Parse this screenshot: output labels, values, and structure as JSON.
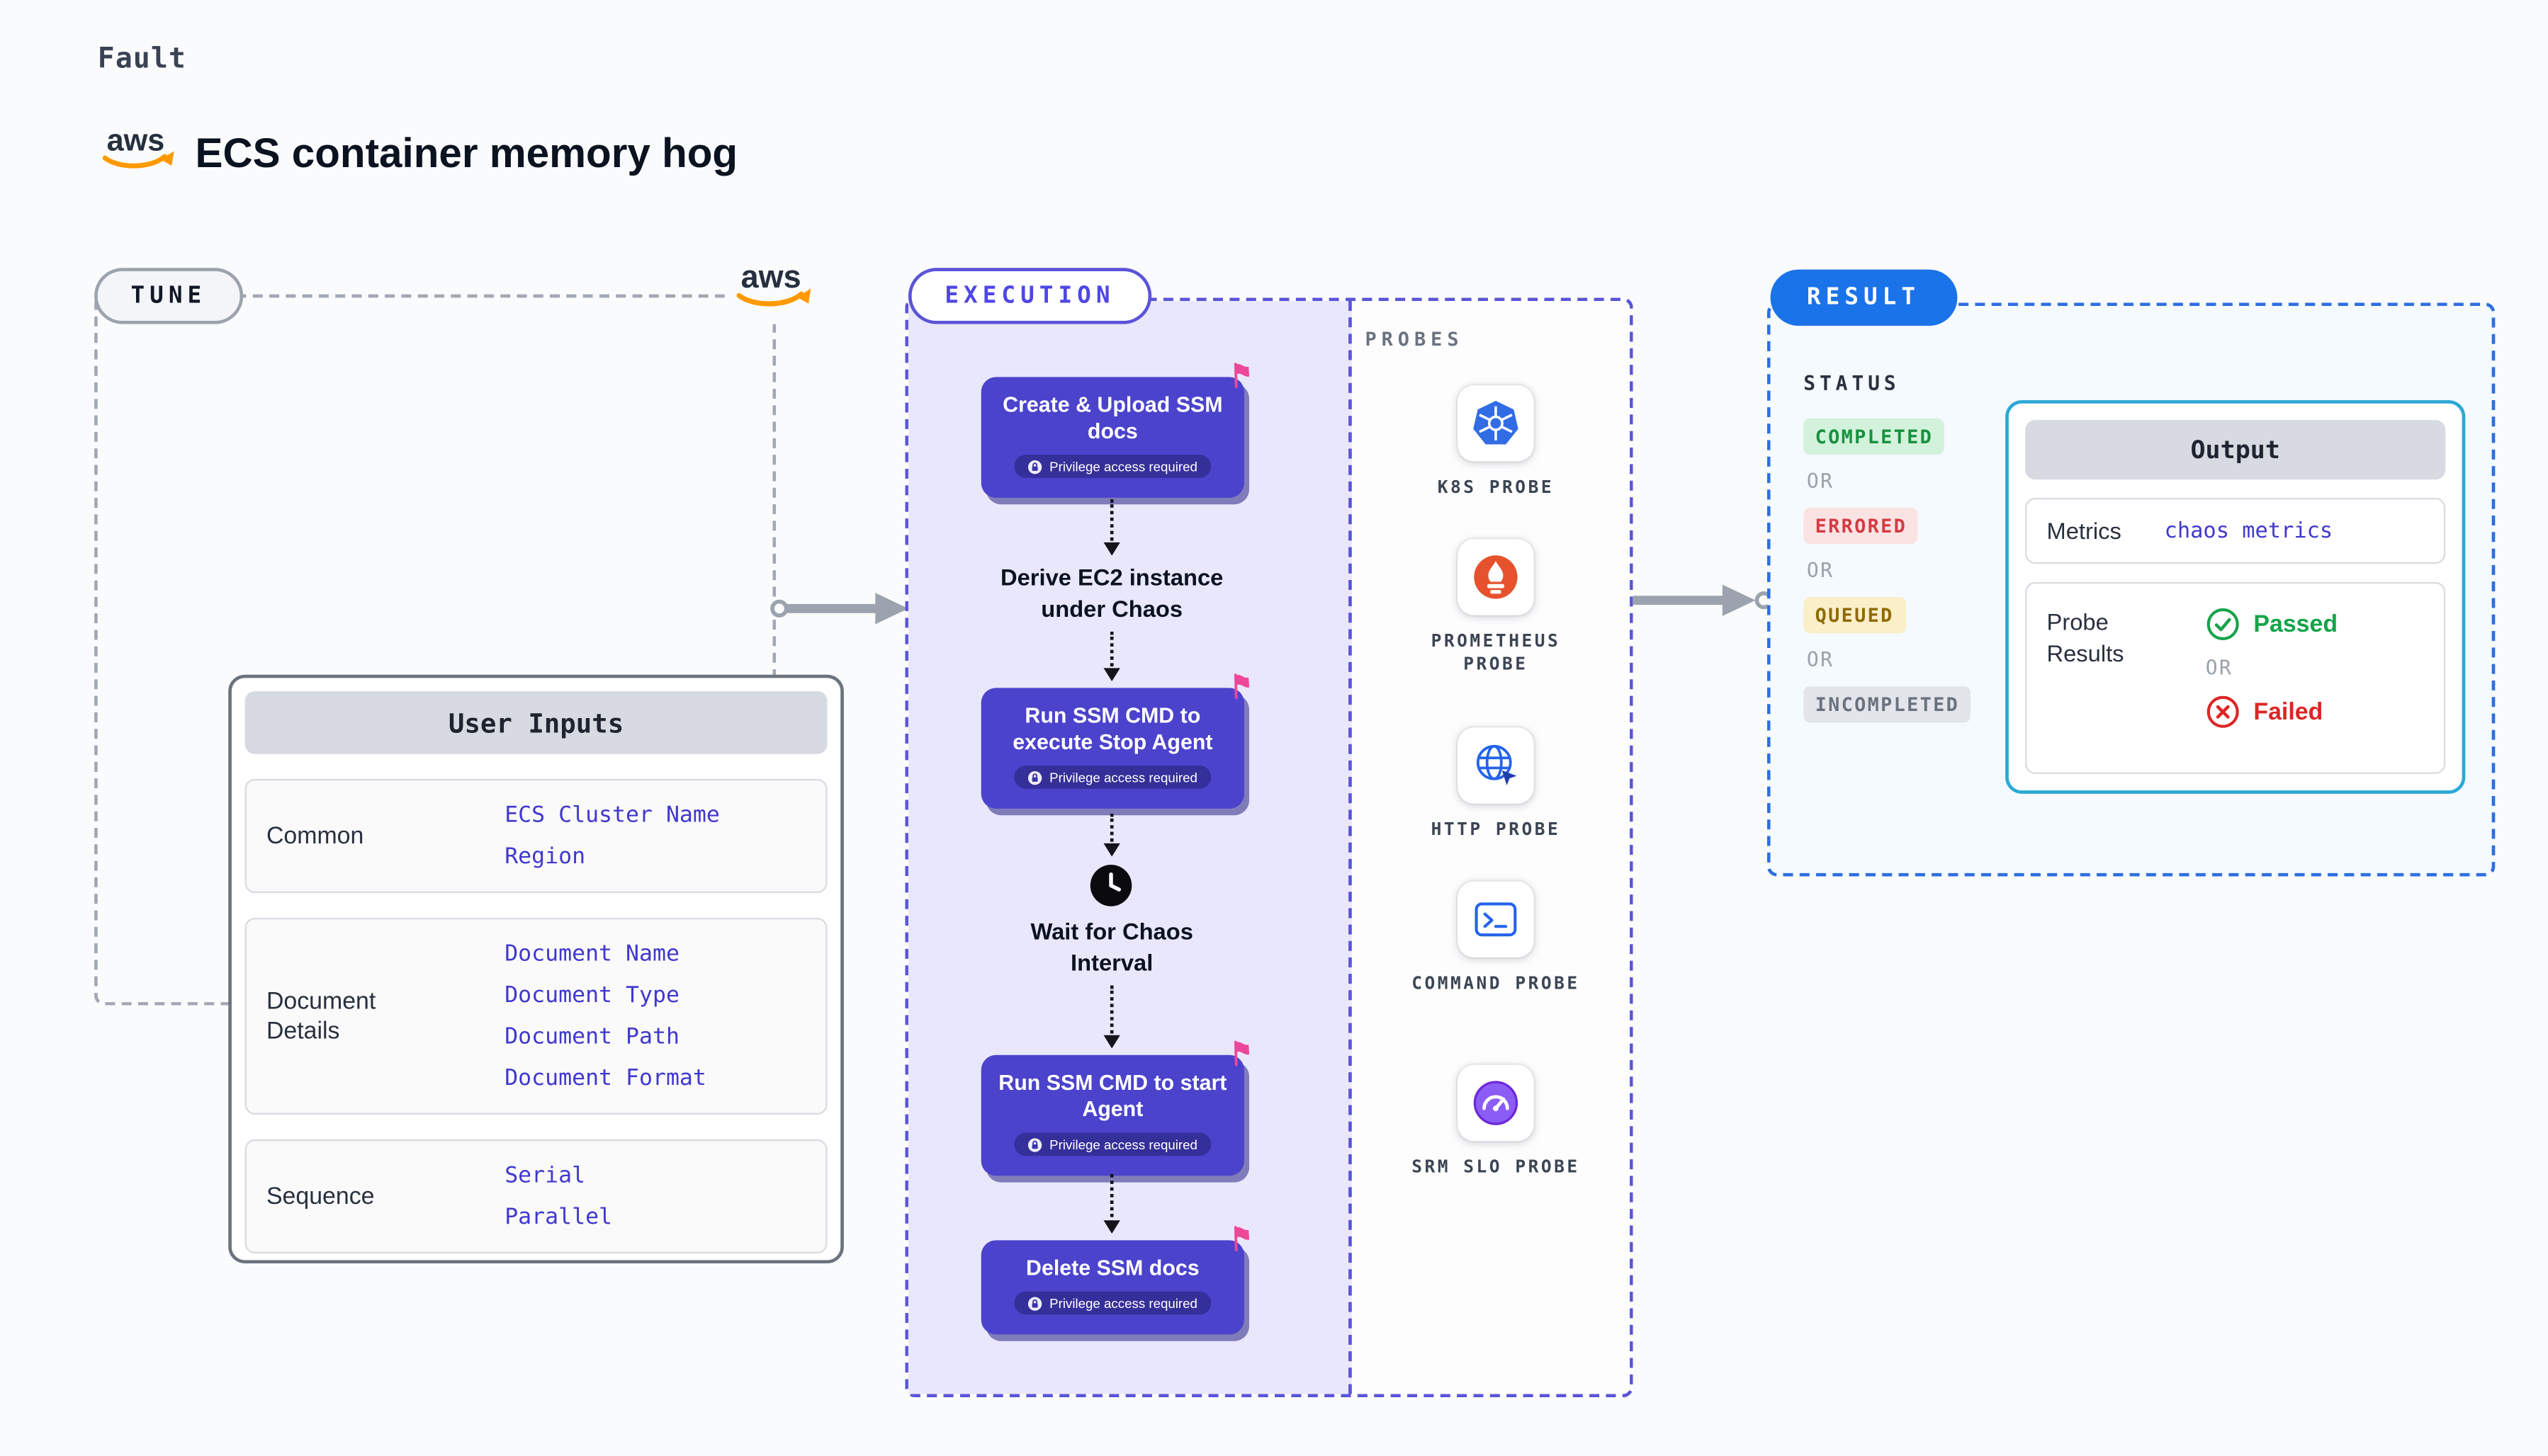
{
  "page": {
    "kicker": "Fault",
    "title": "ECS container memory hog",
    "brand": "aws"
  },
  "colors": {
    "accent_indigo": "#4B43CC",
    "execution_panel": "#E9E7FB",
    "result_blue": "#1A73E8",
    "output_border": "#2BA8D8",
    "flag_pink": "#EC4899",
    "status_completed": "#17913F",
    "status_errored": "#D43B42",
    "status_queued": "#8F6A00",
    "status_incompleted": "#6A7280",
    "passed_green": "#16A34A",
    "failed_red": "#DC2626"
  },
  "tune": {
    "label": "TUNE",
    "card_title": "User Inputs",
    "rows": [
      {
        "label": "Common",
        "values": [
          "ECS Cluster Name",
          "Region"
        ]
      },
      {
        "label": "Document Details",
        "values": [
          "Document Name",
          "Document Type",
          "Document Path",
          "Document Format"
        ]
      },
      {
        "label": "Sequence",
        "values": [
          "Serial",
          "Parallel"
        ]
      }
    ]
  },
  "execution": {
    "label": "EXECUTION",
    "probes_label": "PROBES",
    "steps": [
      {
        "kind": "action",
        "title": "Create & Upload SSM docs",
        "badge": "Privilege access required"
      },
      {
        "kind": "label",
        "title": "Derive EC2 instance under Chaos"
      },
      {
        "kind": "action",
        "title": "Run SSM CMD to execute Stop Agent",
        "badge": "Privilege access required"
      },
      {
        "kind": "wait",
        "title": "Wait for Chaos Interval"
      },
      {
        "kind": "action",
        "title": "Run SSM CMD to start Agent",
        "badge": "Privilege access required"
      },
      {
        "kind": "action",
        "title": "Delete SSM docs",
        "badge": "Privilege access required"
      }
    ],
    "probes": [
      {
        "name": "K8S PROBE",
        "icon": "kubernetes-icon"
      },
      {
        "name": "PROMETHEUS PROBE",
        "icon": "prometheus-icon"
      },
      {
        "name": "HTTP PROBE",
        "icon": "http-globe-icon"
      },
      {
        "name": "COMMAND PROBE",
        "icon": "terminal-icon"
      },
      {
        "name": "SRM SLO PROBE",
        "icon": "srm-slo-gauge-icon"
      }
    ]
  },
  "result": {
    "label": "RESULT",
    "status_label": "STATUS",
    "or": "OR",
    "statuses": [
      {
        "label": "COMPLETED",
        "state": "completed"
      },
      {
        "label": "ERRORED",
        "state": "errored"
      },
      {
        "label": "QUEUED",
        "state": "queued"
      },
      {
        "label": "INCOMPLETED",
        "state": "incompleted"
      }
    ],
    "output": {
      "title": "Output",
      "metrics_label": "Metrics",
      "metrics_value": "chaos metrics",
      "probe_results_label": "Probe Results",
      "passed_label": "Passed",
      "or": "OR",
      "failed_label": "Failed"
    }
  }
}
